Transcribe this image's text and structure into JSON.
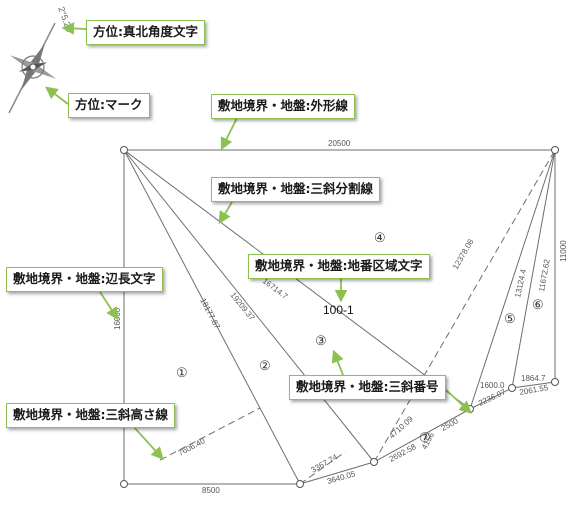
{
  "callouts": {
    "north_text": "方位:真北角度文字",
    "north_mark": "方位:マーク",
    "outline": "敷地境界・地盤:外形線",
    "tri_split": "敷地境界・地盤:三斜分割線",
    "lot_area_text": "敷地境界・地盤:地番区域文字",
    "edge_length": "敷地境界・地盤:辺長文字",
    "tri_number": "敷地境界・地盤:三斜番号",
    "tri_height": "敷地境界・地盤:三斜高さ線"
  },
  "north_angle": "2°5.28",
  "lot_number": "100-1",
  "dims": {
    "top": "20500",
    "left": "16000",
    "bottom": "8500",
    "right": "11000",
    "d1": "18177.87",
    "d2": "19209.37",
    "d3": "16714.7",
    "d4": "12378.08",
    "d5": "13124.4",
    "d6": "11672.62",
    "d7": "7606.40",
    "d8": "3367.74",
    "d9": "3640.05",
    "d10": "2692.58",
    "d11": "4710.09",
    "d12": "2500",
    "d13": "2236.07",
    "d14": "1600.0",
    "d15": "2061.55",
    "d16": "1864.7",
    "d17": "4156"
  },
  "triangle_numbers": [
    "①",
    "②",
    "③",
    "④",
    "⑤",
    "⑥",
    "⑦"
  ],
  "colors": {
    "callout_border": "#8cc152",
    "arrow": "#8cc152",
    "line": "#6e6e6e",
    "dash": "#6e6e6e"
  }
}
